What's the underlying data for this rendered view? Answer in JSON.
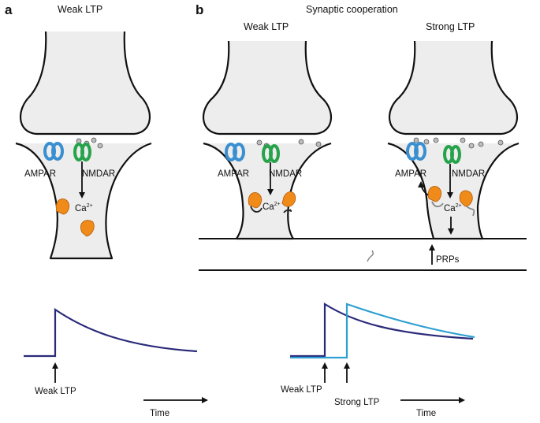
{
  "panels": {
    "a": {
      "letter": "a",
      "title": "Weak LTP",
      "receptors": {
        "ampar": "AMPAR",
        "nmdar": "NMDAR"
      },
      "ion": "Ca",
      "ion_charge": "2+",
      "stimulus_label": "Weak LTP",
      "time_label": "Time"
    },
    "b": {
      "letter": "b",
      "title": "Synaptic cooperation",
      "weak": {
        "title": "Weak LTP",
        "receptors": {
          "ampar": "AMPAR",
          "nmdar": "NMDAR"
        },
        "ion": "Ca",
        "ion_charge": "2+"
      },
      "strong": {
        "title": "Strong LTP",
        "receptors": {
          "ampar": "AMPAR",
          "nmdar": "NMDAR"
        },
        "ion": "Ca",
        "ion_charge": "2+"
      },
      "prps_label": "PRPs",
      "weak_stimulus_label": "Weak LTP",
      "strong_stimulus_label": "Strong LTP",
      "time_label": "Time"
    }
  },
  "colors": {
    "ampar": "#3a8fd1",
    "nmdar": "#27a34b",
    "ca_channel": "#f08a18",
    "weak_trace": "#2a2a7a",
    "strong_trace": "#2e9fd0"
  },
  "icons": {
    "ampar": "ampar-receptor-icon",
    "nmdar": "nmdar-receptor-icon",
    "ca": "calcium-channel-icon",
    "vesicle": "vesicle-icon"
  }
}
